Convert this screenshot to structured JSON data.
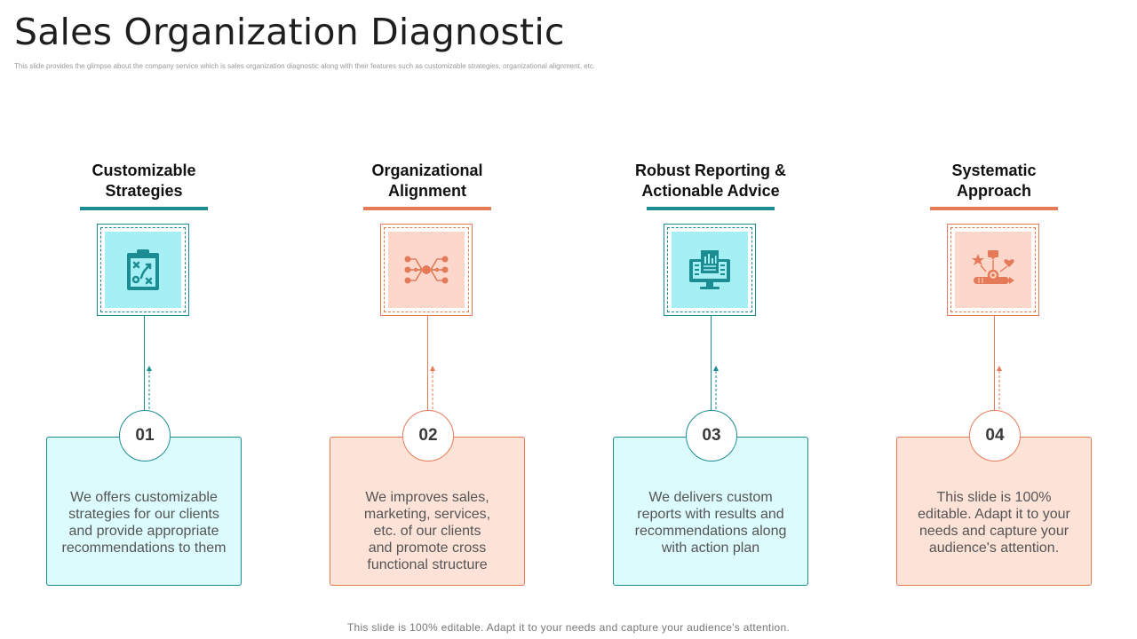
{
  "header": {
    "title": "Sales Organization Diagnostic",
    "subtitle": "This slide provides the glimpse about the company service which is sales organization diagnostic along with their features such as customizable strategies, organizational alignment, etc."
  },
  "colors": {
    "teal": "#1b8c92",
    "teal_fill": "#dbfbfd",
    "coral": "#e57a58",
    "coral_fill": "#fde2d8"
  },
  "steps": [
    {
      "heading": "Customizable Strategies",
      "number": "01",
      "theme": "teal",
      "icon": "clipboard-strategy-icon",
      "text": "We offers customizable strategies for our clients and provide appropriate recommendations to them"
    },
    {
      "heading": "Organizational Alignment",
      "number": "02",
      "theme": "coral",
      "icon": "network-hub-icon",
      "text": "We improves sales, marketing, services, etc. of our clients and promote cross functional structure"
    },
    {
      "heading": "Robust Reporting & Actionable Advice",
      "number": "03",
      "theme": "teal",
      "icon": "monitor-report-icon",
      "text": "We delivers custom reports with results and recommendations along with action plan"
    },
    {
      "heading": "Systematic Approach",
      "number": "04",
      "theme": "coral",
      "icon": "creative-process-icon",
      "text": "This slide is 100% editable. Adapt it to your needs and capture your audience's attention."
    }
  ],
  "footer": {
    "text": "This slide is 100% editable. Adapt it to your needs and capture your audience's attention."
  }
}
